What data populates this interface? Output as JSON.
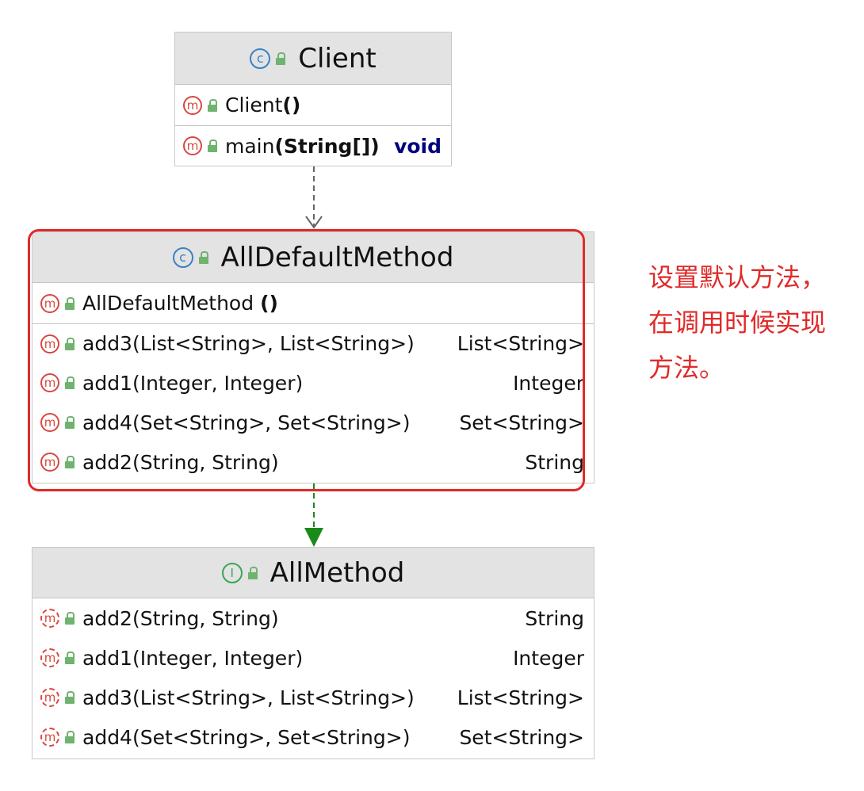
{
  "client": {
    "title": "Client",
    "rows": [
      {
        "name": "Client",
        "params": "()",
        "ret": ""
      },
      {
        "name": "main",
        "params": "(String[])",
        "ret": "void"
      }
    ]
  },
  "all_default_method": {
    "title": "AllDefaultMethod",
    "constructor": {
      "name": "AllDefaultMethod",
      "params": "()"
    },
    "rows": [
      {
        "sig": "add3(List<String>, List<String>)",
        "ret": "List<String>"
      },
      {
        "sig": "add1(Integer, Integer)",
        "ret": "Integer"
      },
      {
        "sig": "add4(Set<String>, Set<String>)",
        "ret": "Set<String>"
      },
      {
        "sig": "add2(String, String)",
        "ret": "String"
      }
    ]
  },
  "all_method": {
    "title": "AllMethod",
    "rows": [
      {
        "sig": "add2(String, String)",
        "ret": "String"
      },
      {
        "sig": "add1(Integer, Integer)",
        "ret": "Integer"
      },
      {
        "sig": "add3(List<String>, List<String>)",
        "ret": "List<String>"
      },
      {
        "sig": "add4(Set<String>, Set<String>)",
        "ret": "Set<String>"
      }
    ]
  },
  "icons": {
    "class": "c",
    "interface": "I",
    "method": "m"
  },
  "annotation": {
    "lines": [
      "设置默认方法，",
      "在调用时候实现",
      "方法。"
    ]
  },
  "colors": {
    "annotation": "#e02a2a",
    "keyword": "#000080",
    "dependency_arrow": "#666666",
    "implements_arrow": "#1a8a1a"
  }
}
